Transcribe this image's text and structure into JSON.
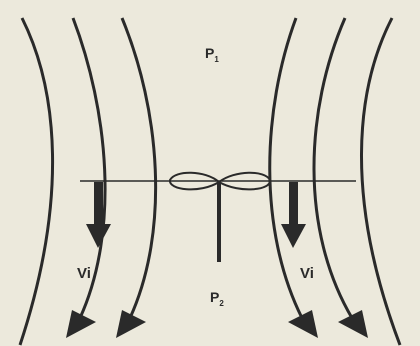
{
  "labels": {
    "p1_main": "P",
    "p1_sub": "1",
    "p2_main": "P",
    "p2_sub": "2",
    "vi_left": "Vi",
    "vi_right": "Vi"
  },
  "colors": {
    "background": "#ece9dc",
    "ink": "#2a2a2a"
  }
}
